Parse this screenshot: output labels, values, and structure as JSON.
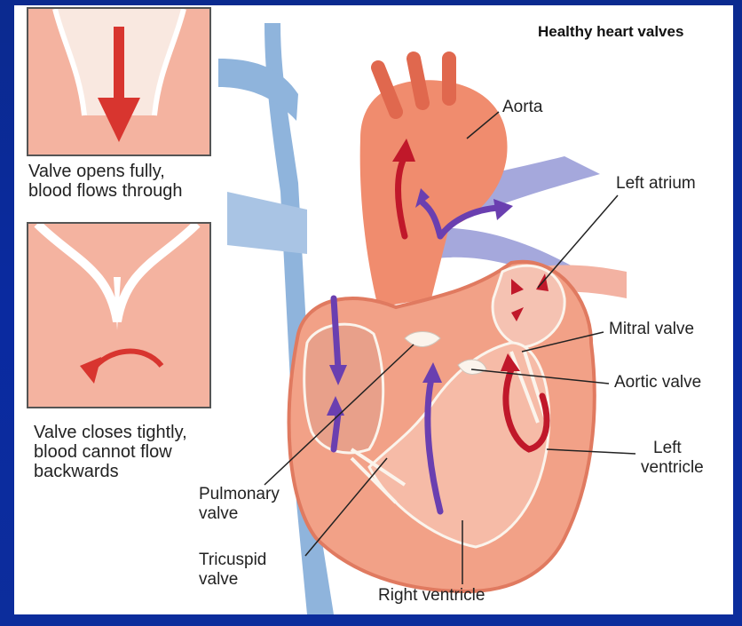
{
  "diagram": {
    "title": "Healthy heart valves",
    "inset_open_caption": [
      "Valve opens fully,",
      "blood flows through"
    ],
    "inset_closed_caption": [
      "Valve closes tightly,",
      "blood cannot flow",
      "backwards"
    ],
    "labels": {
      "aorta": "Aorta",
      "left_atrium": "Left atrium",
      "mitral_valve": "Mitral valve",
      "aortic_valve": "Aortic valve",
      "left_ventricle": [
        "Left",
        "ventricle"
      ],
      "pulmonary_valve": [
        "Pulmonary",
        "valve"
      ],
      "tricuspid_valve": [
        "Tricuspid",
        "valve"
      ],
      "right_ventricle": "Right ventricle"
    },
    "colors": {
      "background": "#0a2aa0",
      "heart_tissue": "#f2a187",
      "heart_dark": "#e2735a",
      "vein_blue": "#8fb4dc",
      "oxygen_poor_arrow": "#6a3fb0",
      "oxygen_rich_arrow": "#c0182a",
      "valve_white": "#fbf4ec"
    }
  }
}
